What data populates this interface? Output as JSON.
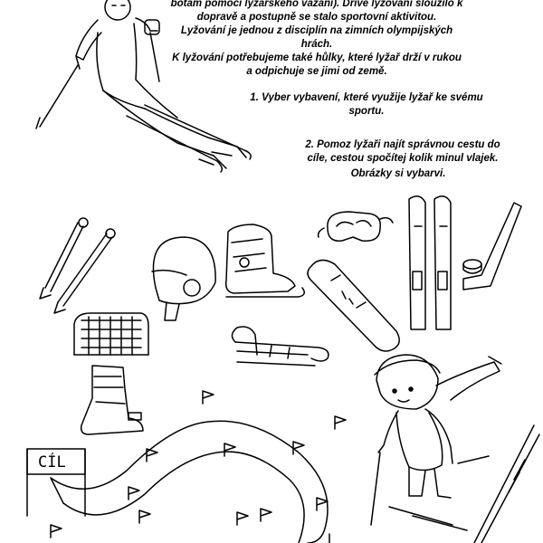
{
  "intro_lines": [
    "botám pomocí lyžařského vázání). Dříve lyžování sloužilo k",
    "dopravě a postupně se stalo sportovní aktivitou.",
    "Lyžování je jednou z disciplín na zimních olympijských",
    "hrách.",
    "K lyžování potřebujeme také hůlky, které lyžař drží v rukou",
    "a odpichuje se jimi od země."
  ],
  "task1_lines": [
    "1. Vyber vybavení, které využije lyžař ke svému",
    "sportu."
  ],
  "task2_lines": [
    "2. Pomoz lyžaři najít správnou cestu do",
    "cíle, cestou spočítej kolik minul vlajek."
  ],
  "task3_lines": [
    "Obrázky si vybarvi."
  ],
  "finish_label": "CÍL",
  "colors": {
    "ink": "#000000",
    "paper": "#ffffff"
  },
  "icons": [
    "skier-illustration",
    "ski-poles-icon",
    "helmet-icon",
    "ice-skate-icon",
    "ski-goggles-icon",
    "skis-icon",
    "hockey-stick-icon",
    "hockey-puck-icon",
    "snowboard-icon",
    "hockey-goal-icon",
    "sled-icon",
    "ski-boot-icon",
    "child-skier-illustration",
    "ski-track-path",
    "slalom-flag-icon"
  ]
}
